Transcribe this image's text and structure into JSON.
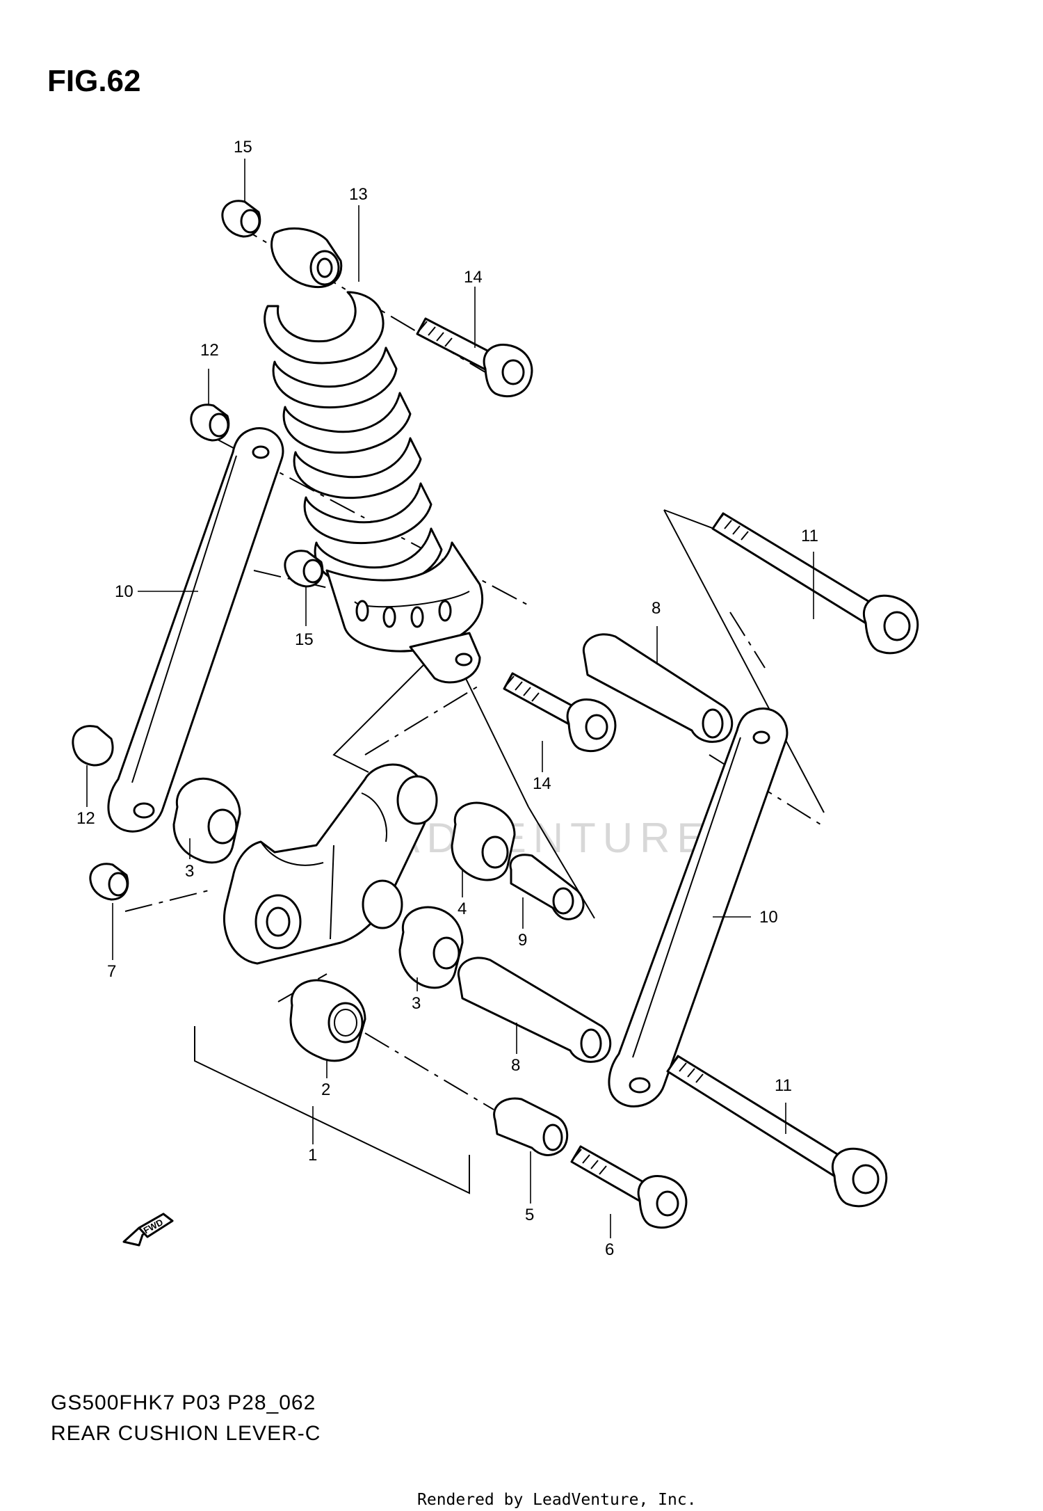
{
  "figure": {
    "title": "FIG.62",
    "model_code": "GS500FHK7 P03 P28_062",
    "diagram_title": "REAR CUSHION LEVER-C",
    "rendered_by": "Rendered by LeadVenture, Inc.",
    "watermark": "LEADVENTURE",
    "fwd_badge": "FWD"
  },
  "callouts": {
    "c1": "1",
    "c2": "2",
    "c3a": "3",
    "c3b": "3",
    "c4": "4",
    "c5": "5",
    "c6": "6",
    "c7": "7",
    "c8a": "8",
    "c8b": "8",
    "c9": "9",
    "c10a": "10",
    "c10b": "10",
    "c11a": "11",
    "c11b": "11",
    "c12a": "12",
    "c12b": "12",
    "c13": "13",
    "c14a": "14",
    "c14b": "14",
    "c15a": "15",
    "c15b": "15"
  }
}
